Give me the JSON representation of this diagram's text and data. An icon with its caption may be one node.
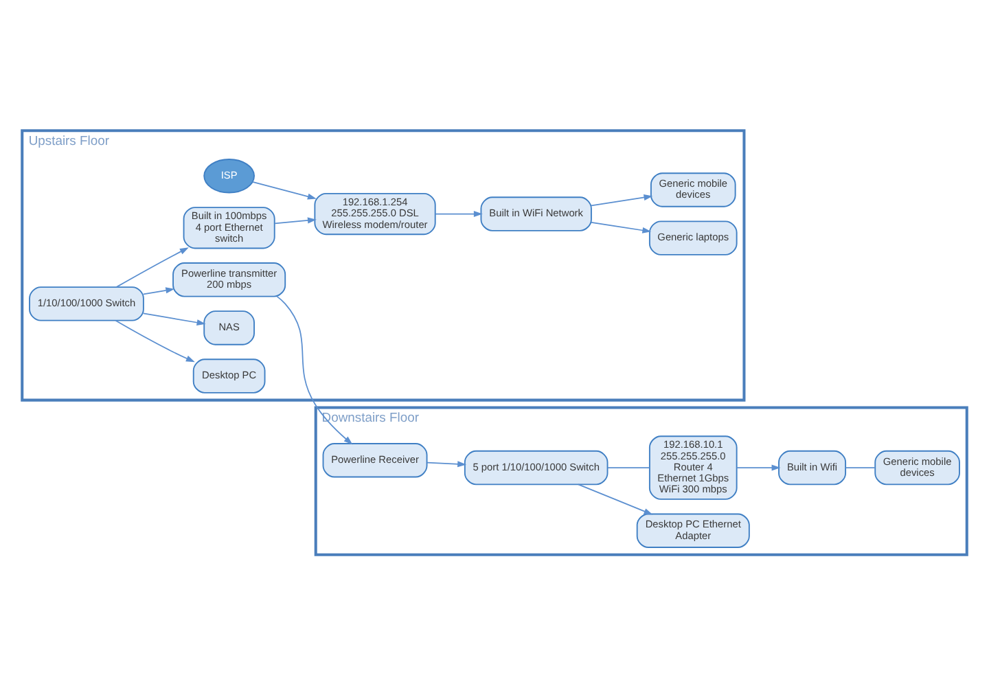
{
  "diagram": {
    "nodes": [
      {
        "text": [
          "Upstairs Floor"
        ]
      },
      {
        "text": [
          "ISP"
        ],
        "in": 0
      },
      {
        "text": [
          "192.168.1.254 255.255.255.0 DSL Wireless modem/router"
        ],
        "in": 0
      },
      {
        "text": [
          "Built in 100mbps 4 port Ethernet switch"
        ],
        "in": 0
      },
      {
        "text": [
          "1/10/100/1000 Switch"
        ],
        "in": 0
      },
      {
        "text": [
          "Desktop PC"
        ],
        "in": 0
      },
      {
        "text": [
          "NAS"
        ],
        "in": 0
      },
      {
        "text": [
          "Built in WiFi Network"
        ],
        "in": 0
      },
      {
        "text": [
          "Generic laptops"
        ],
        "in": 0
      },
      {
        "text": [
          "Generic mobile devices"
        ],
        "in": 0
      },
      {
        "text": [
          "Powerline transmitter 200 mbps"
        ],
        "in": 0
      },
      {
        "text": [
          "Downstairs Floor"
        ]
      },
      {
        "text": [
          "Powerline Receiver"
        ],
        "in": 11
      },
      {
        "text": [
          "Desktop PC Ethernet Adapter"
        ],
        "in": 11
      },
      {
        "text": [
          "192.168.10.1 255.255.255.0 Router 4 Ethernet 1Gbps WiFi 300 mbps"
        ],
        "in": 11
      },
      {
        "text": [
          "Built in Wifi"
        ],
        "in": 11
      },
      {
        "text": [
          "Generic mobile devices"
        ],
        "in": 11
      },
      {
        "text": [
          "5 port 1/10/100/1000 Switch"
        ],
        "in": 11
      }
    ],
    "edges": [
      {
        "from": 1,
        "to": 2,
        "arrow": "to"
      },
      {
        "from": 3,
        "to": 2,
        "arrow": "to"
      },
      {
        "from": 4,
        "to": 3,
        "arrow": "to"
      },
      {
        "from": 4,
        "to": 5,
        "arrow": "to"
      },
      {
        "from": 4,
        "to": 6,
        "arrow": "to"
      },
      {
        "from": 2,
        "to": 7,
        "arrow": "to"
      },
      {
        "from": 7,
        "to": 8,
        "arrow": "to"
      },
      {
        "from": 7,
        "to": 9,
        "arrow": "to"
      },
      {
        "from": 4,
        "to": 10,
        "arrow": "to"
      },
      {
        "from": 10,
        "to": 12,
        "arrow": "to"
      },
      {
        "from": 12,
        "to": 17,
        "arrow": "to"
      },
      {
        "from": 17,
        "to": 13,
        "arrow": "to"
      },
      {
        "from": 17,
        "to": 14,
        "arrow": "none"
      },
      {
        "from": 14,
        "to": 15,
        "arrow": "to"
      },
      {
        "from": 15,
        "to": 16,
        "arrow": "none"
      }
    ]
  }
}
